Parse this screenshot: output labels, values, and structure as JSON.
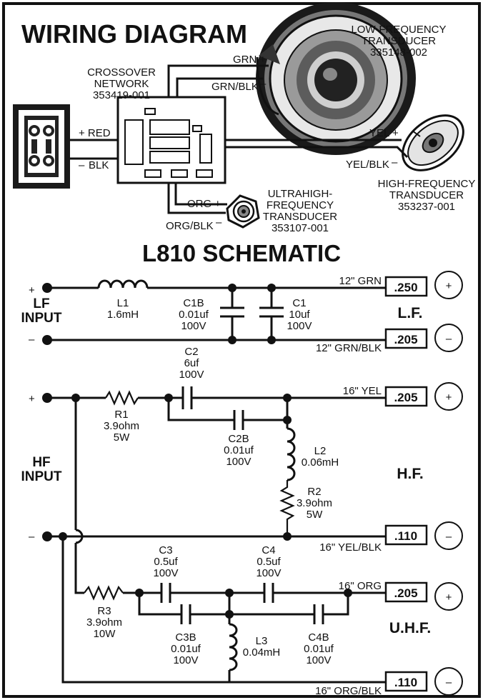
{
  "wiring": {
    "title": "WIRING DIAGRAM",
    "lf_name": [
      "LOW-FREQUENCY",
      "TRANSDUCER",
      "335148-002"
    ],
    "hf_name": [
      "HIGH-FREQUENCY",
      "TRANSDUCER",
      "353237-001"
    ],
    "uhf_name": [
      "ULTRAHIGH-",
      "FREQUENCY",
      "TRANSDUCER",
      "353107-001"
    ],
    "crossover_name": [
      "CROSSOVER",
      "NETWORK",
      "353419-001"
    ],
    "wire_grn": "GRN +",
    "wire_grnblk": "GRN/BLK",
    "wire_yel": "YEL +",
    "wire_yelblk": "YEL/BLK",
    "wire_org": "ORG +",
    "wire_orgblk": "ORG/BLK",
    "wire_red": "+ RED",
    "wire_blk": "BLK",
    "minus": "–"
  },
  "schematic": {
    "title": "L810 SCHEMATIC",
    "lf_input": [
      "LF",
      "INPUT"
    ],
    "hf_input": [
      "HF",
      "INPUT"
    ],
    "plus": "+",
    "minus": "–",
    "lf": {
      "label": "L.F.",
      "L1": [
        "L1",
        "1.6mH"
      ],
      "C1B": [
        "C1B",
        "0.01uf",
        "100V"
      ],
      "C1": [
        "C1",
        "10uf",
        "100V"
      ],
      "wire_pos": "12\" GRN",
      "wire_neg": "12\" GRN/BLK",
      "tag_pos": ".250",
      "tag_neg": ".205"
    },
    "hf": {
      "label": "H.F.",
      "C2": [
        "C2",
        "6uf",
        "100V"
      ],
      "R1": [
        "R1",
        "3.9ohm",
        "5W"
      ],
      "C2B": [
        "C2B",
        "0.01uf",
        "100V"
      ],
      "L2": [
        "L2",
        "0.06mH"
      ],
      "R2": [
        "R2",
        "3.9ohm",
        "5W"
      ],
      "wire_pos": "16\" YEL",
      "wire_neg": "16\" YEL/BLK",
      "tag_pos": ".205",
      "tag_neg": ".110"
    },
    "uhf": {
      "label": "U.H.F.",
      "C3": [
        "C3",
        "0.5uf",
        "100V"
      ],
      "C4": [
        "C4",
        "0.5uf",
        "100V"
      ],
      "R3": [
        "R3",
        "3.9ohm",
        "10W"
      ],
      "C3B": [
        "C3B",
        "0.01uf",
        "100V"
      ],
      "L3": [
        "L3",
        "0.04mH"
      ],
      "C4B": [
        "C4B",
        "0.01uf",
        "100V"
      ],
      "wire_pos": "16\" ORG",
      "wire_neg": "16\" ORG/BLK",
      "tag_pos": ".205",
      "tag_neg": ".110"
    }
  }
}
